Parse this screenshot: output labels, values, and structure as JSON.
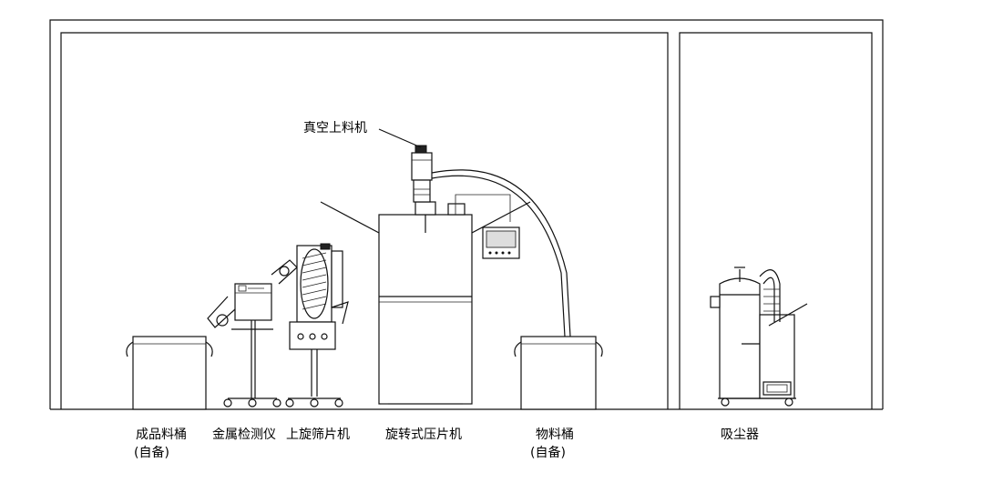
{
  "labels": {
    "vacuum_loader": "真空上料机",
    "finished_bin": "成品料桶",
    "finished_bin_note": "(自备)",
    "metal_detector": "金属检测仪",
    "deduster": "上旋筛片机",
    "tablet_press": "旋转式压片机",
    "material_bin": "物料桶",
    "material_bin_note": "(自备)",
    "dust_collector": "吸尘器"
  },
  "colors": {
    "line": "#111111",
    "screen": "#dddddd",
    "background": "#ffffff"
  }
}
